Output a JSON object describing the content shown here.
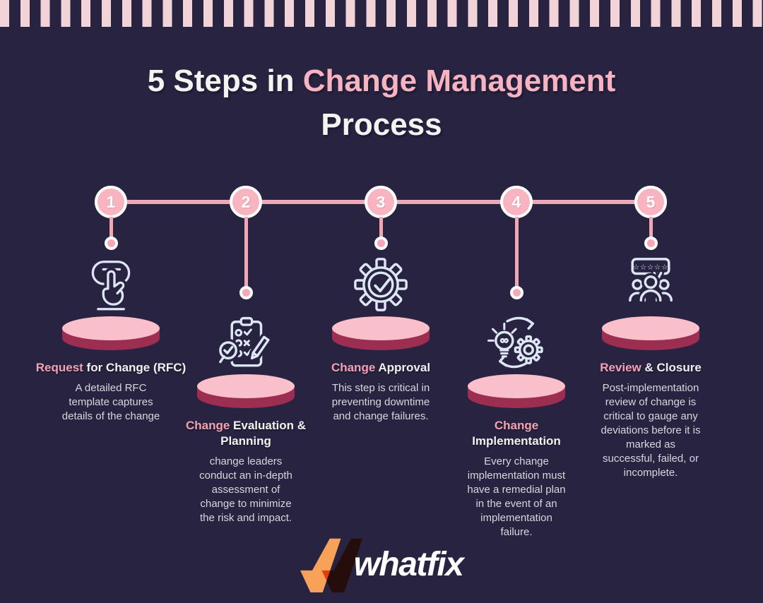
{
  "header": {
    "line1_white": "5 Steps in ",
    "line1_pink": "Change Management",
    "line2": "Process"
  },
  "steps": [
    {
      "number": "1",
      "icon": "hand-press-icon",
      "title": [
        {
          "text": "Request",
          "color": "pink"
        },
        {
          "text": " for Change (RFC)",
          "color": "white"
        }
      ],
      "description": "A detailed RFC\ntemplate captures\ndetails of the change"
    },
    {
      "number": "2",
      "icon": "clipboard-evaluation-icon",
      "title": [
        {
          "text": "Change",
          "color": "pink"
        },
        {
          "text": " Evaluation &\nPlanning",
          "color": "white"
        }
      ],
      "description": "change leaders\nconduct an in-depth\nassessment of\nchange to minimize\nthe risk and impact."
    },
    {
      "number": "3",
      "icon": "gear-check-icon",
      "title": [
        {
          "text": "Change",
          "color": "pink"
        },
        {
          "text": " Approval",
          "color": "white"
        }
      ],
      "description": "This step is critical in\npreventing downtime\nand change failures."
    },
    {
      "number": "4",
      "icon": "bulb-gear-cycle-icon",
      "title": [
        {
          "text": "Change\n",
          "color": "pink"
        },
        {
          "text": "Implementation",
          "color": "white"
        }
      ],
      "description": "Every change\nimplementation must\nhave a remedial plan\nin the event of an\nimplementation\nfailure."
    },
    {
      "number": "5",
      "icon": "people-review-icon",
      "title": [
        {
          "text": "Review",
          "color": "pink"
        },
        {
          "text": " & Closure",
          "color": "white"
        }
      ],
      "description": "Post-implementation\nreview of change is\ncritical to gauge any\ndeviations before it is\nmarked as\nsuccessful, failed, or\nincomplete."
    }
  ],
  "logo": {
    "brand": "whatfix"
  },
  "colors": {
    "background": "#272341",
    "stripe_pink": "#f2d3d8",
    "title_pink": "#f8b3c0",
    "title_white": "#f4f3ef",
    "timeline_pink": "#f1a7b6",
    "circle_fill": "#f8b5c1",
    "podium_top": "#f9c0cb",
    "podium_side": "#9c2e52",
    "step_title_pink": "#f2a2b2",
    "body_text": "#d9d6de",
    "icon_stroke": "#dde6f3",
    "logo_orange_light": "#f7a159",
    "logo_orange_dark": "#ef5a2b"
  }
}
